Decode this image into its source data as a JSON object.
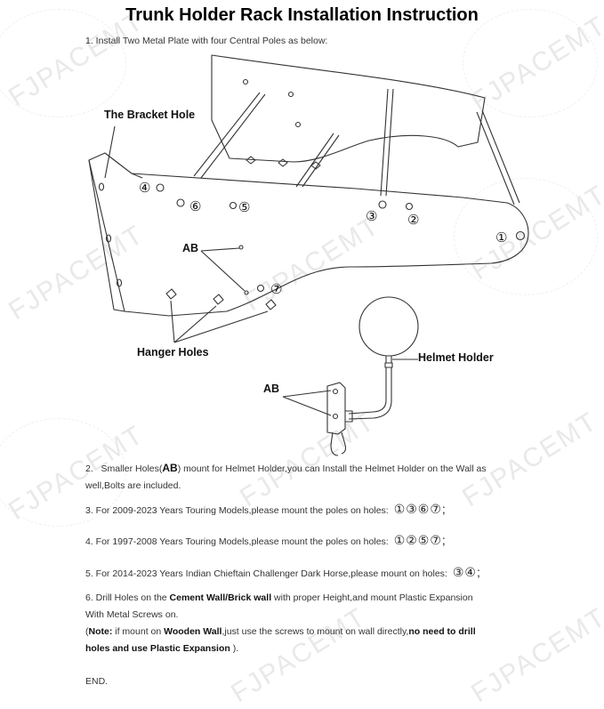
{
  "watermark": "FJPACEMT",
  "title": "Trunk Holder Rack Installation Instruction",
  "step1": "1.   Install Two Metal Plate with four Central Poles as below:",
  "labels": {
    "bracket_hole": "The Bracket Hole",
    "ab_top": "AB",
    "hanger_holes": "Hanger Holes",
    "helmet_holder": "Helmet Holder",
    "ab_bottom": "AB"
  },
  "hole_markers": [
    "④",
    "⑥",
    "⑤",
    "③",
    "②",
    "①",
    "⑦"
  ],
  "step2": {
    "num": "2.",
    "pre": "Smaller Holes(",
    "bold": "AB",
    "post": ") mount for Helmet Holder,you can Install the Helmet Holder on the Wall as",
    "line2": "well,Bolts are included."
  },
  "step3": {
    "text": "3.   For 2009-2023 Years Touring Models,please mount the poles on holes:",
    "holes": "①③⑥⑦;"
  },
  "step4": {
    "text": "4.   For 1997-2008 Years Touring Models,please mount the poles on holes:",
    "holes": "①②⑤⑦;"
  },
  "step5": {
    "text": "5.   For 2014-2023 Years Indian Chieftain Challenger Dark Horse,please mount on holes:",
    "holes": "③④;"
  },
  "step6": {
    "l1_pre": "6.   Drill Holes on the ",
    "l1_bold": "Cement Wall/Brick wall",
    "l1_post": " with proper Height,and mount Plastic Expansion",
    "l2": "With Metal Screws on.",
    "note_open": "(",
    "note_label": "Note:",
    "note_mid1": " if mount on ",
    "note_bold1": "Wooden Wall",
    "note_mid2": ",just use the screws to mount on wall directly,",
    "note_bold2": "no need to drill",
    "note_bold3": "holes and use Plastic Expansion",
    "note_close": " )."
  },
  "end": "END."
}
